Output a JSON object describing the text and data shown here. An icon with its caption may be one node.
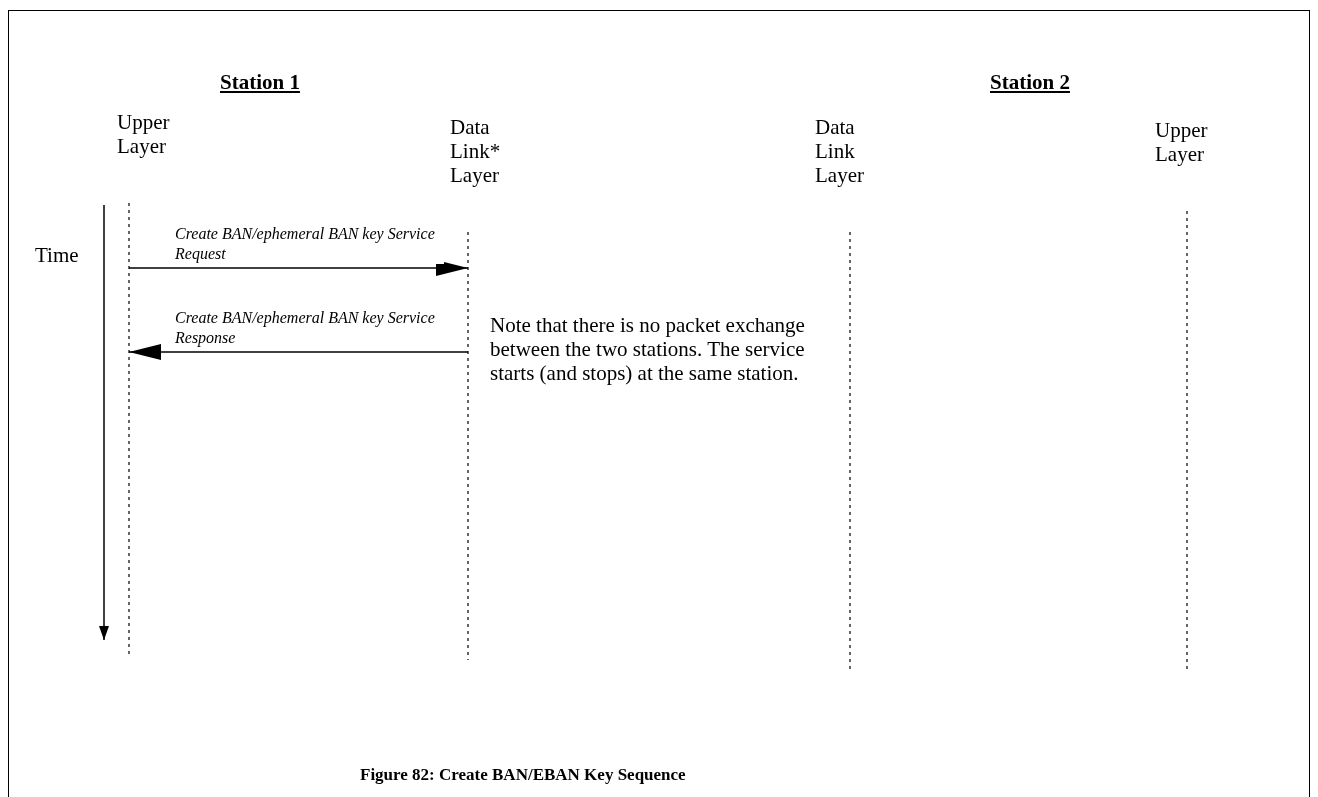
{
  "diagram": {
    "caption": "Figure 82: Create BAN/EBAN Key Sequence",
    "nodes": [
      {
        "text": [
          "Upper Layer"
        ]
      },
      {
        "text": [
          "Data Link* Layer"
        ]
      },
      {
        "text": [
          "Data Link Layer"
        ]
      },
      {
        "text": [
          "Upper Layer"
        ]
      }
    ],
    "edges": [
      {
        "from": 0,
        "to": 1,
        "arrow": "to",
        "label": "Create BAN/ephemeral BAN key Service Request"
      },
      {
        "from": 1,
        "to": 0,
        "arrow": "to",
        "label": "Create BAN/ephemeral BAN key Service Response"
      }
    ],
    "labels": [
      "Station 1",
      "Station 2",
      "Time",
      "Note that there is no packet exchange between the two stations. The service starts (and stops) at the same station."
    ]
  }
}
